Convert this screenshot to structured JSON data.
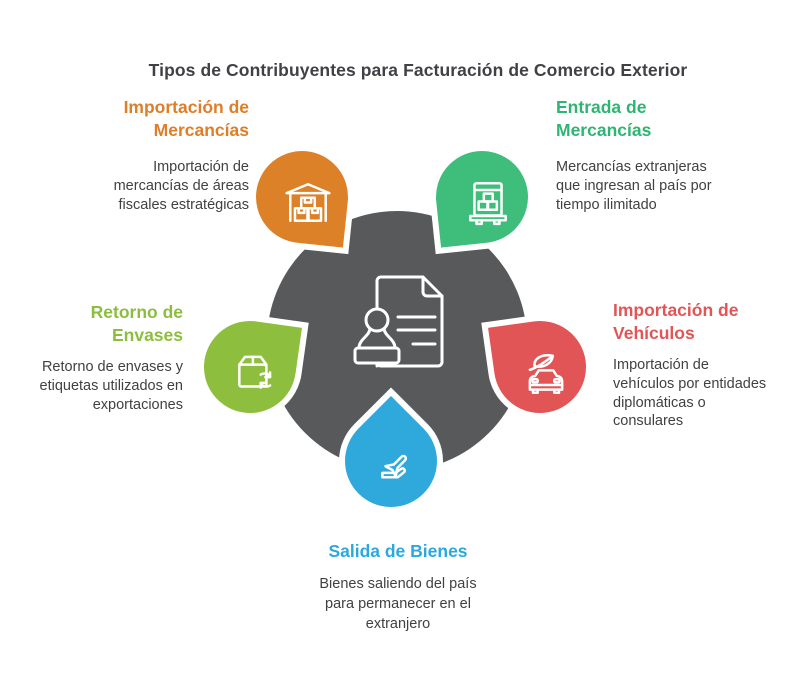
{
  "title": "Tipos de Contribuyentes para Facturación de Comercio Exterior",
  "background_color": "#FFFFFF",
  "center": {
    "icon": "document-stamp-icon",
    "color": "#58595B"
  },
  "items": [
    {
      "id": "importacion-mercancias",
      "position": "top-left",
      "heading": "Importación de\nMercancías",
      "body": "Importación de\nmercancías de áreas\nfiscales estratégicas",
      "color": "#DD8128",
      "heading_color": "#DE7E28",
      "icon": "warehouse-boxes-icon"
    },
    {
      "id": "entrada-mercancias",
      "position": "top-right",
      "heading": "Entrada de\nMercancías",
      "body": "Mercancías extranjeras\nque ingresan al país por\ntiempo ilimitado",
      "color": "#3EBD7B",
      "heading_color": "#2FB573",
      "icon": "truck-boxes-icon"
    },
    {
      "id": "retorno-envases",
      "position": "middle-left",
      "heading": "Retorno de\nEnvases",
      "body": "Retorno de envases y\netiquetas utilizados en\nexportaciones",
      "color": "#8EBE3D",
      "heading_color": "#8CBE3E",
      "icon": "box-recycle-icon"
    },
    {
      "id": "importacion-vehiculos",
      "position": "middle-right",
      "heading": "Importación de\nVehículos",
      "body": "Importación de\nvehículos por entidades\ndiplomáticas o\nconsulares",
      "color": "#E15556",
      "heading_color": "#E25556",
      "icon": "eco-car-icon"
    },
    {
      "id": "salida-bienes",
      "position": "bottom",
      "heading": "Salida de Bienes",
      "body": "Bienes saliendo del país\npara permanecer en el\nextranjero",
      "color": "#2FA9DC",
      "heading_color": "#2BA9DD",
      "icon": "plane-hand-icon"
    }
  ],
  "text_color": "#3F4143",
  "title_color": "#404145"
}
